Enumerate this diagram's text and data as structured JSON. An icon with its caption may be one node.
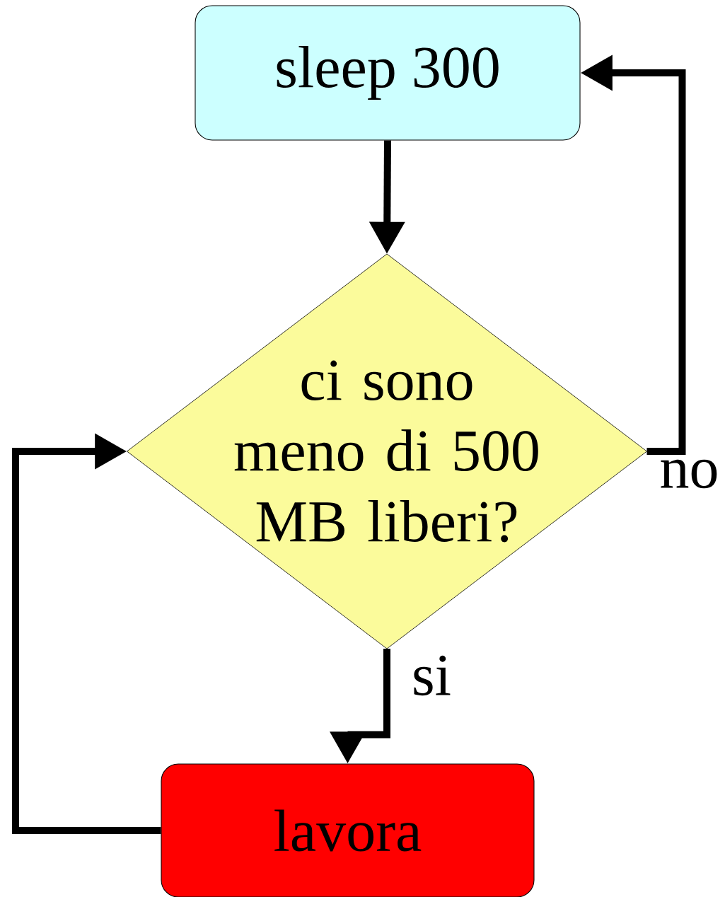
{
  "diagram": {
    "nodes": [
      {
        "text": [
          "sleep 300"
        ]
      },
      {
        "text": [
          "ci sono meno di 500 MB liberi?"
        ]
      },
      {
        "text": [
          "lavora"
        ]
      }
    ],
    "edges": [
      {
        "from": 0,
        "to": 1,
        "arrow": "to"
      },
      {
        "from": 1,
        "to": 0,
        "arrow": "to",
        "label": "no"
      },
      {
        "from": 1,
        "to": 2,
        "arrow": "to",
        "label": "si"
      },
      {
        "from": 2,
        "to": 1,
        "arrow": "to"
      }
    ]
  }
}
